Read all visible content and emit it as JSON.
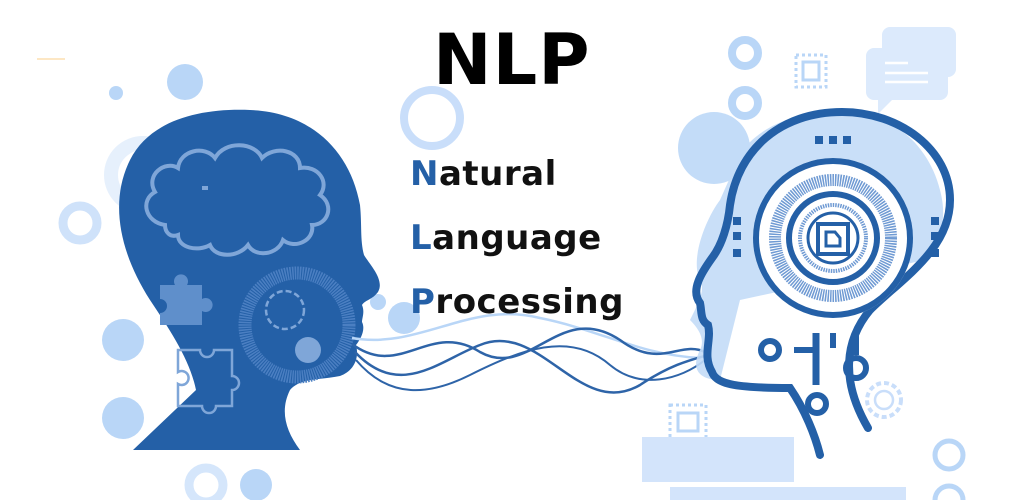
{
  "banner": {
    "title": "NLP",
    "expansion": [
      {
        "initial": "N",
        "rest": "atural"
      },
      {
        "initial": "L",
        "rest": "anguage"
      },
      {
        "initial": "P",
        "rest": "rocessing"
      }
    ]
  },
  "illustration": {
    "left": "human-head-silhouette",
    "right": "ai-robot-head-outline",
    "connector": "sound-waves"
  },
  "colors": {
    "primary_blue": "#2460a7",
    "mid_blue": "#5f8fcb",
    "light_blue": "#b9d6f7",
    "pale_blue": "#dceafc",
    "text": "#000000",
    "background": "#ffffff"
  }
}
